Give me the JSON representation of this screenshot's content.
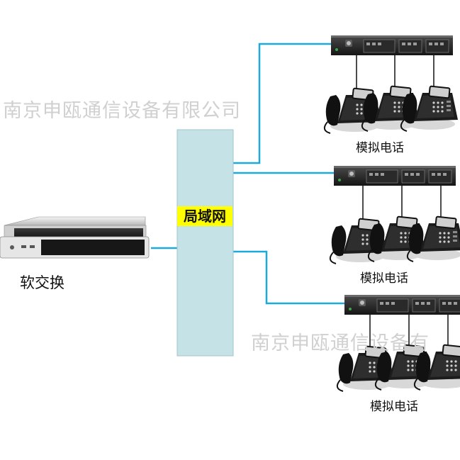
{
  "watermarks": [
    "南京申瓯通信设备有限公司",
    "南京申瓯通信设备有"
  ],
  "lan": {
    "label": "局域网",
    "fill": "#c5e3e6",
    "label_bg": "#ffff00"
  },
  "softswitch": {
    "label": "软交换"
  },
  "phone_groups": [
    {
      "label": "模拟电话"
    },
    {
      "label": "模拟电话"
    },
    {
      "label": "模拟电话"
    }
  ],
  "colors": {
    "link": "#1fa8dc",
    "gateway": "#202020",
    "phone": "#1a1a1a"
  }
}
